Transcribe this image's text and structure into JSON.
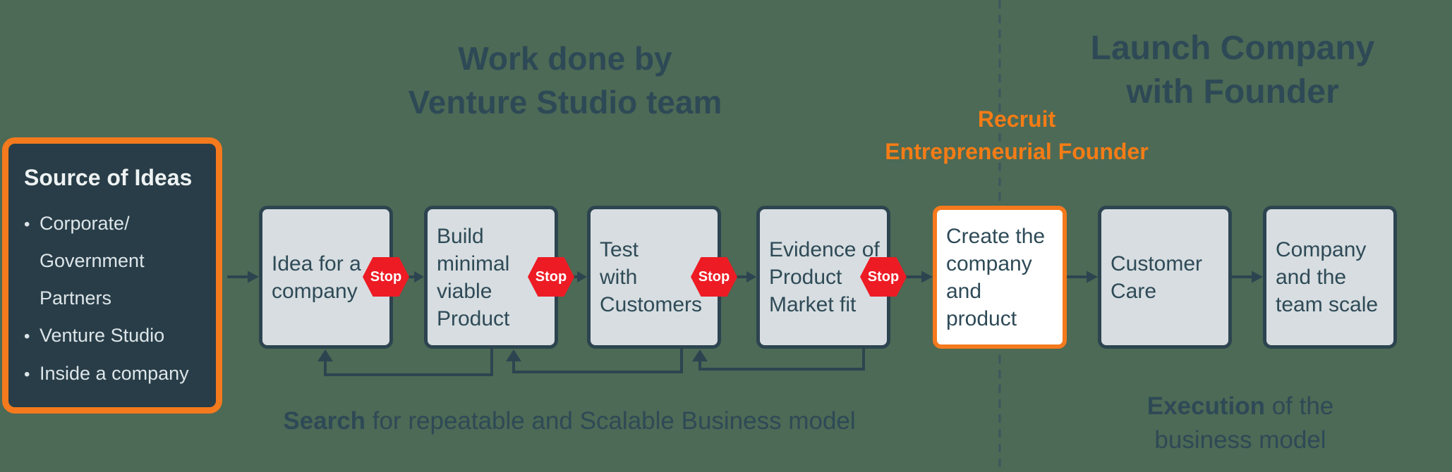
{
  "titles": {
    "left": "Work done by\nVenture Studio team",
    "right": "Launch Company\nwith Founder"
  },
  "recruit_label": "Recruit\nEntrepreneurial Founder",
  "source_panel": {
    "title": "Source of Ideas",
    "bullets": [
      "Corporate/\nGovernment\nPartners",
      "Venture Studio",
      "Inside a company"
    ]
  },
  "flow_boxes": [
    {
      "id": "idea",
      "label": "Idea for a\ncompany"
    },
    {
      "id": "build-mvp",
      "label": "Build\nminimal\nviable\nProduct"
    },
    {
      "id": "test-customers",
      "label": "Test\nwith\nCustomers"
    },
    {
      "id": "evidence-pmf",
      "label": "Evidence of\nProduct\nMarket fit"
    },
    {
      "id": "create-company",
      "label": "Create the\ncompany\nand\nproduct"
    },
    {
      "id": "customer-care",
      "label": "Customer\nCare"
    },
    {
      "id": "company-scale",
      "label": "Company\nand the\nteam scale"
    }
  ],
  "stop": {
    "label": "Stop"
  },
  "captions": {
    "search_bold": "Search",
    "search_rest": " for repeatable and Scalable Business model",
    "execution_bold": "Execution",
    "execution_rest": " of the\nbusiness model"
  },
  "colors": {
    "background": "#4c6a55",
    "panel_dark": "#283d47",
    "box_fill": "#d7dde0",
    "outline_dark": "#2d4450",
    "text_dark": "#2e4956",
    "accent_orange": "#f5791d",
    "stop_red": "#ed1b24",
    "highlight_white": "#ffffff"
  }
}
